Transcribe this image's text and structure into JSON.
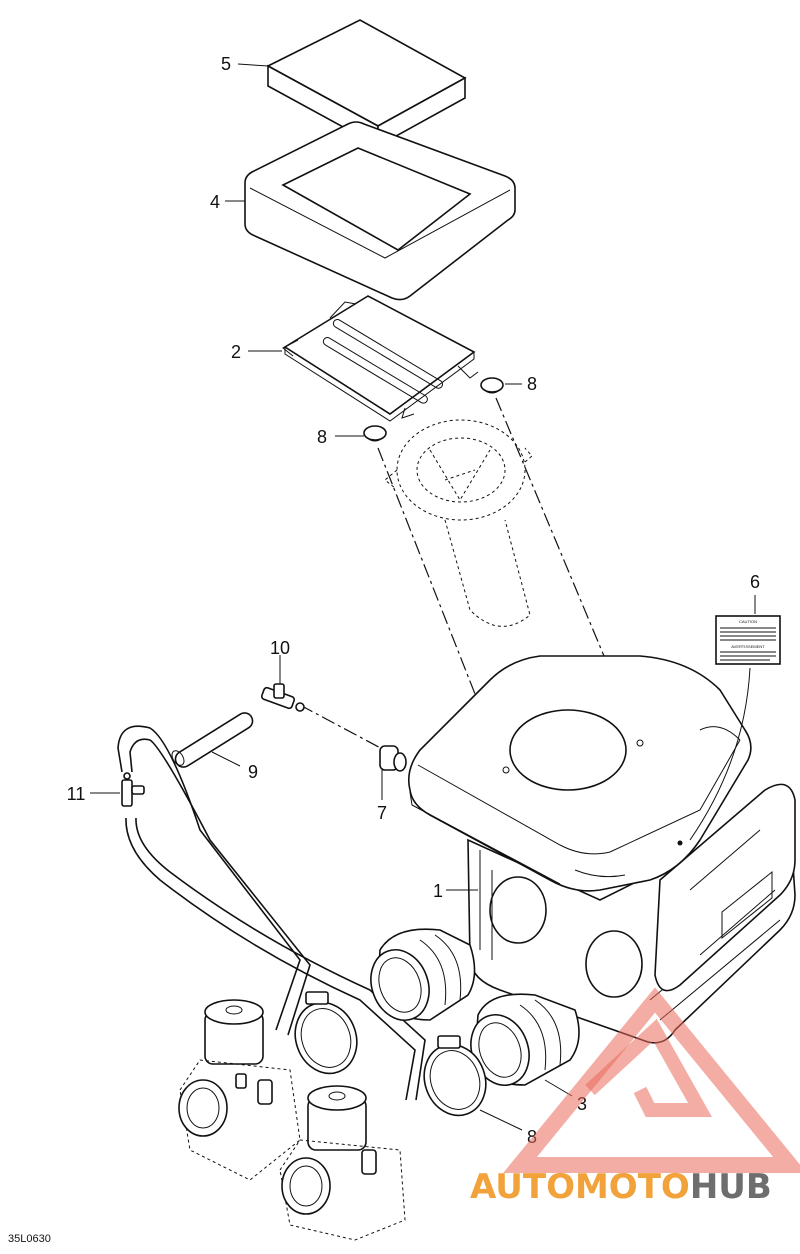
{
  "diagram": {
    "callouts": {
      "c1": "1",
      "c2": "2",
      "c3": "3",
      "c4": "4",
      "c5": "5",
      "c6": "6",
      "c7": "7",
      "c8a": "8",
      "c8b": "8",
      "c8c": "8",
      "c9": "9",
      "c10": "10",
      "c11": "11"
    },
    "label_6": {
      "heading_top": "CAUTION",
      "heading_bottom": "AVERTISSEMENT"
    },
    "document_id": "35L0630"
  },
  "watermark": {
    "part1": "AUTOMOTO",
    "part2": "HUB",
    "color_primary": "#f2a23a",
    "color_secondary": "#6e6e6e",
    "triangle_color": "#e9695b"
  }
}
